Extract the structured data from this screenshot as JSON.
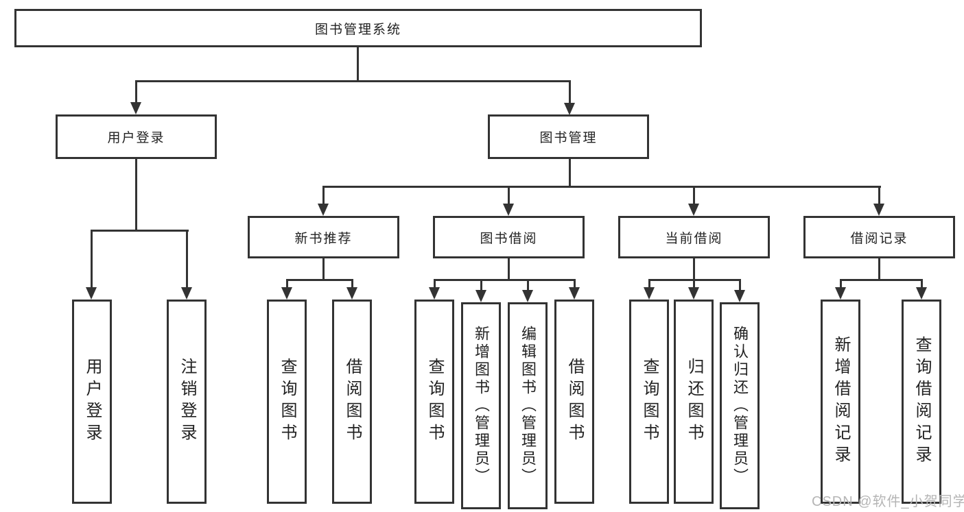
{
  "root": {
    "label": "图书管理系统"
  },
  "branches": [
    {
      "label": "用户登录",
      "children": [
        {
          "label": "用户登录"
        },
        {
          "label": "注销登录"
        }
      ]
    },
    {
      "label": "图书管理",
      "children": [
        {
          "label": "新书推荐",
          "children": [
            {
              "label": "查询图书"
            },
            {
              "label": "借阅图书"
            }
          ]
        },
        {
          "label": "图书借阅",
          "children": [
            {
              "label": "查询图书"
            },
            {
              "label": "新增图书（管理员）"
            },
            {
              "label": "编辑图书（管理员）"
            },
            {
              "label": "借阅图书"
            }
          ]
        },
        {
          "label": "当前借阅",
          "children": [
            {
              "label": "查询图书"
            },
            {
              "label": "归还图书"
            },
            {
              "label": "确认归还（管理员）"
            }
          ]
        },
        {
          "label": "借阅记录",
          "children": [
            {
              "label": "新增借阅记录"
            },
            {
              "label": "查询借阅记录"
            }
          ]
        }
      ]
    }
  ],
  "watermark": {
    "text": "CSDN @软件_小贺同学"
  },
  "colors": {
    "line": "#333333",
    "text": "#222222",
    "background": "#ffffff",
    "watermark": "#b5b5b5"
  }
}
